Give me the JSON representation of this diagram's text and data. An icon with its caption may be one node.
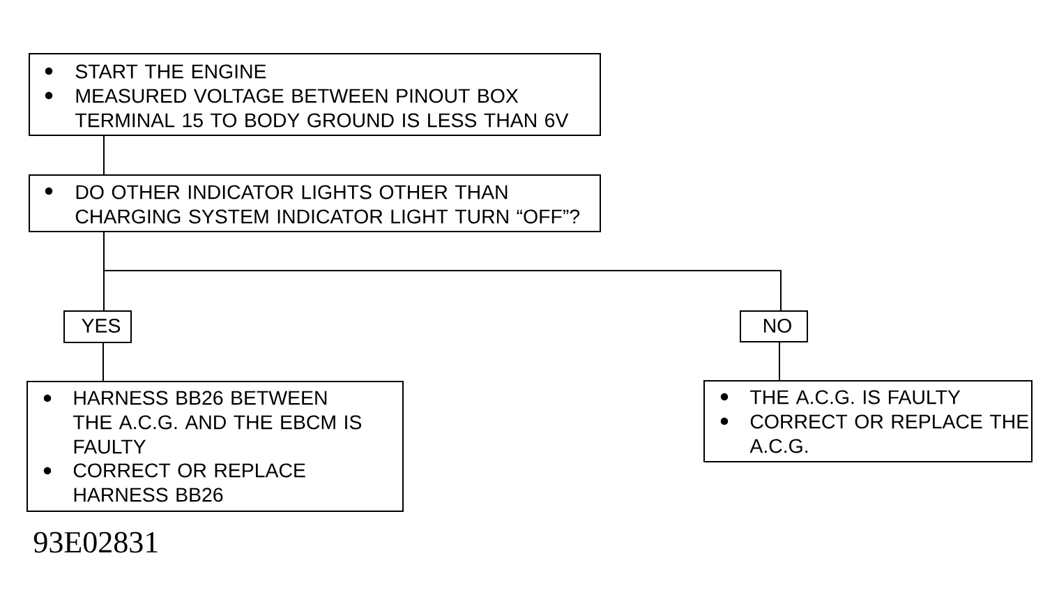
{
  "diagram": {
    "nodes": [
      {
        "text": [
          "START THE ENGINE",
          "MEASURED VOLTAGE BETWEEN PINOUT BOX TERMINAL 15 TO BODY GROUND IS LESS THAN 6V"
        ]
      },
      {
        "text": [
          "DO OTHER INDICATOR LIGHTS OTHER THAN CHARGING SYSTEM INDICATOR LIGHT TURN “OFF”?"
        ]
      },
      {
        "text": [
          "YES"
        ]
      },
      {
        "text": [
          "NO"
        ]
      },
      {
        "text": [
          "HARNESS BB26 BETWEEN THE A.C.G. AND THE EBCM IS FAULTY",
          "CORRECT OR REPLACE HARNESS BB26"
        ]
      },
      {
        "text": [
          "THE A.C.G. IS FAULTY",
          "CORRECT OR REPLACE THE A.C.G."
        ]
      }
    ],
    "edges": [
      {
        "from": 0,
        "to": 1,
        "arrow": "none"
      },
      {
        "from": 1,
        "to": 2,
        "arrow": "none"
      },
      {
        "from": 1,
        "to": 3,
        "arrow": "none"
      },
      {
        "from": 2,
        "to": 4,
        "arrow": "none"
      },
      {
        "from": 3,
        "to": 5,
        "arrow": "none"
      }
    ],
    "labels": [
      "93E02831"
    ]
  }
}
